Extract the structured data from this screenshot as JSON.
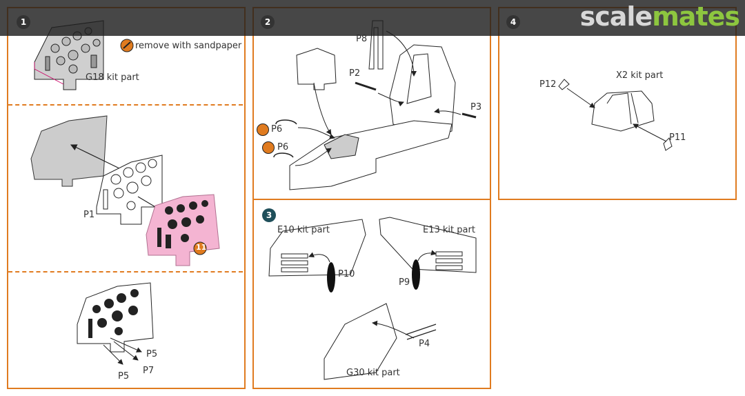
{
  "brand": {
    "part1": "scale",
    "part2": "mates"
  },
  "steps": {
    "s1": "1",
    "s2": "2",
    "s3": "3",
    "s4": "4",
    "badge11": "11"
  },
  "labels": {
    "remove": "remove with sandpaper",
    "g18": "G18 kit part",
    "p1": "P1",
    "p5a": "P5",
    "p5b": "P5",
    "p7": "P7",
    "p8": "P8",
    "p2": "P2",
    "p3": "P3",
    "p6a": "P6",
    "p6b": "P6",
    "e10": "E10 kit part",
    "e13": "E13 kit part",
    "p10": "P10",
    "p9": "P9",
    "p4": "P4",
    "g30": "G30 kit part",
    "x2": "X2 kit part",
    "p12": "P12",
    "p11": "P11"
  },
  "colors": {
    "frame": "#e07b1f",
    "pink": "#f4b4d2",
    "grey": "#c8c8c8",
    "banner": "#1e1e1e",
    "brand_green": "#8dc63f"
  }
}
